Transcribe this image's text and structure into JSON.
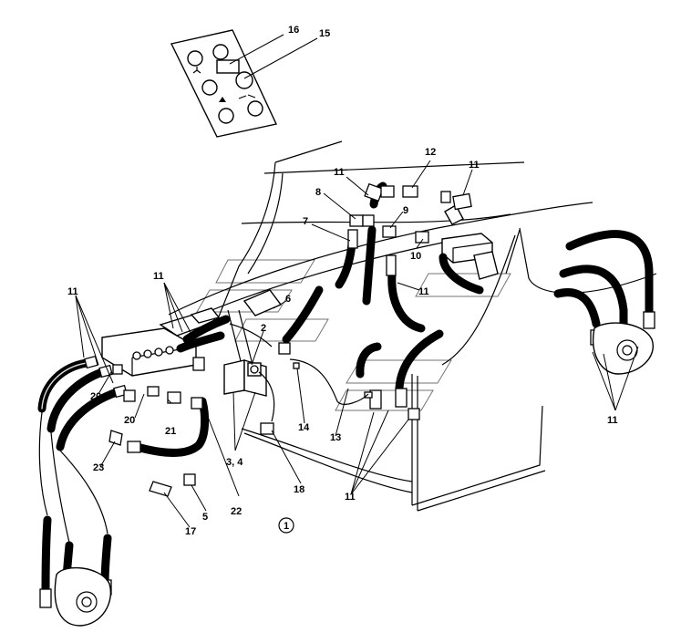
{
  "diagram": {
    "callouts": {
      "c1": "1",
      "c2": "2",
      "c34": "3, 4",
      "c5": "5",
      "c6": "6",
      "c7": "7",
      "c8": "8",
      "c9": "9",
      "c10": "10",
      "c12": "12",
      "c13": "13",
      "c14": "14",
      "c15": "15",
      "c16": "16",
      "c17": "17",
      "c18": "18",
      "c20": "20",
      "c21": "21",
      "c22": "22",
      "c23": "23",
      "c11": "11"
    }
  }
}
